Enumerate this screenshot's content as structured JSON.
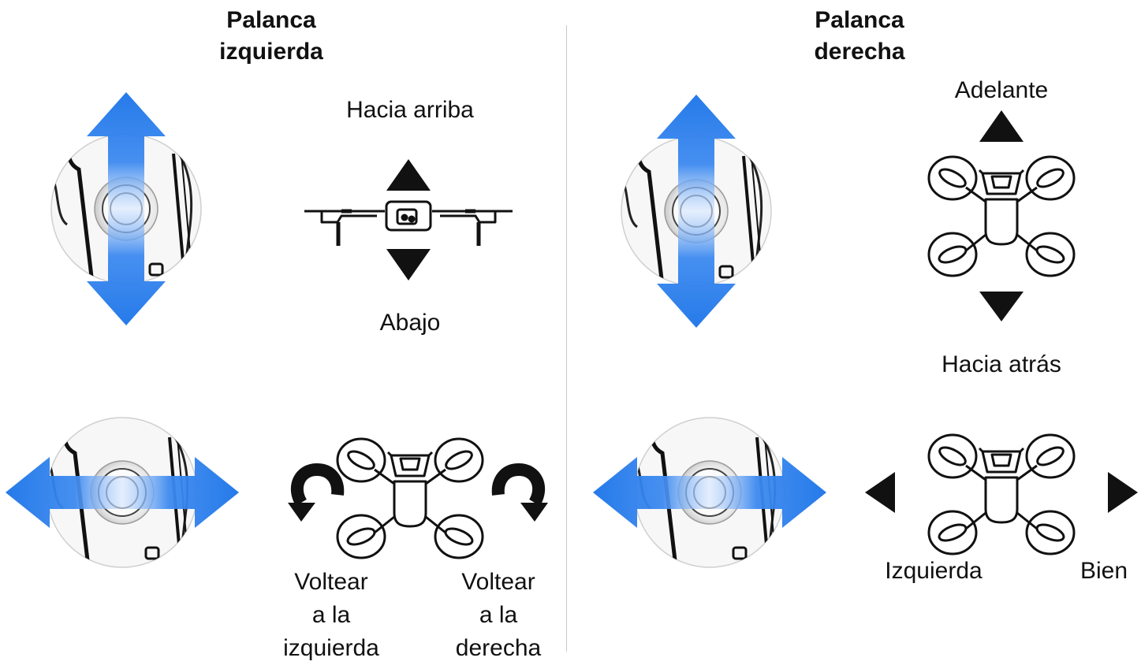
{
  "left_stick": {
    "title_line1": "Palanca",
    "title_line2": "izquierda",
    "up_label": "Hacia arriba",
    "down_label": "Abajo",
    "rotate_left_label": [
      "Voltear",
      "a la",
      "izquierda"
    ],
    "rotate_right_label": [
      "Voltear",
      "a la",
      "derecha"
    ]
  },
  "right_stick": {
    "title_line1": "Palanca",
    "title_line2": "derecha",
    "forward_label": "Adelante",
    "backward_label": "Hacia atrás",
    "left_label": "Izquierda",
    "right_label": "Bien"
  },
  "colors": {
    "arrow_blue": "#1a73e8",
    "text": "#111111",
    "divider": "#c8c8c8"
  }
}
